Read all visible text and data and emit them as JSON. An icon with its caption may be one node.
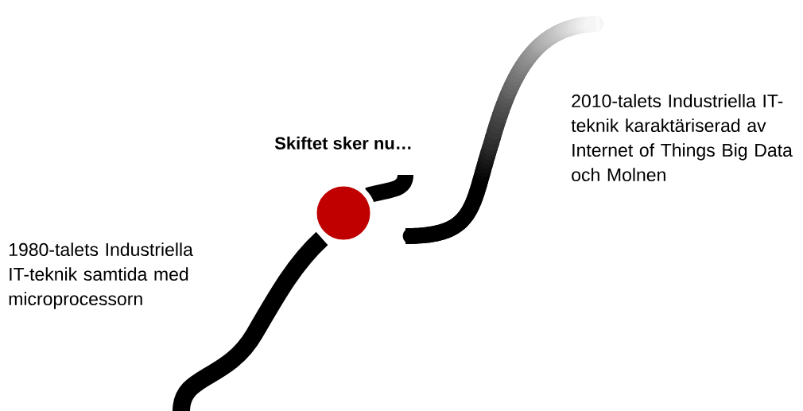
{
  "diagram": {
    "nodes": [
      {
        "text": [],
        "shape": "circle",
        "beside": [
          "Skiftet sker nu…"
        ]
      }
    ],
    "labels": [
      "1980-talets Industriella IT-teknik samtida med microprocessorn",
      "2010-talets Industriella IT-teknik karaktäriserad av Internet of Things Big Data och Molnen"
    ]
  }
}
